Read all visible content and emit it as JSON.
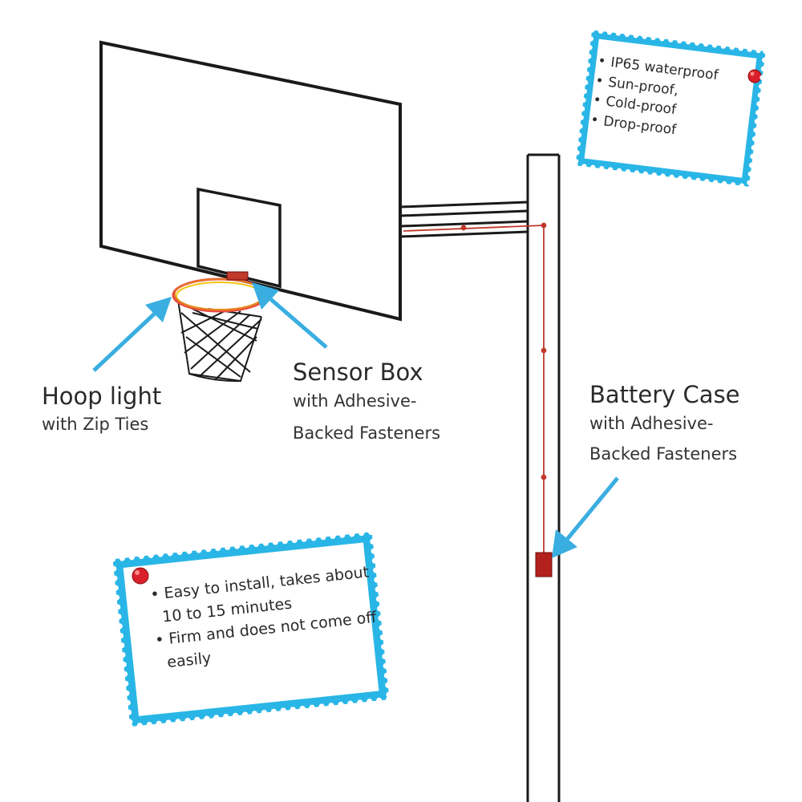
{
  "labels": {
    "hoop_light": {
      "title": "Hoop light",
      "subtitle": "with Zip Ties"
    },
    "sensor_box": {
      "title": "Sensor Box",
      "subtitle_lines": [
        "with Adhesive-",
        "Backed Fasteners"
      ]
    },
    "battery_case": {
      "title": "Battery Case",
      "subtitle_lines": [
        "with Adhesive-",
        "Backed Fasteners"
      ]
    }
  },
  "notes": {
    "top": {
      "items": [
        "IP65 waterproof",
        "Sun-proof,",
        "Cold-proof",
        "Drop-proof"
      ]
    },
    "bottom": {
      "items": [
        "Easy to install, takes about 10 to 15 minutes",
        "Firm and does not come off easily"
      ]
    }
  },
  "colors": {
    "stamp_border": "#29b6e6",
    "arrow": "#3aaee0",
    "wire": "#c0392b",
    "pin": "#d9202a",
    "battery": "#b3211d",
    "line": "#1a1a1a"
  },
  "icons": {
    "pin": "red-pushpin-icon"
  }
}
